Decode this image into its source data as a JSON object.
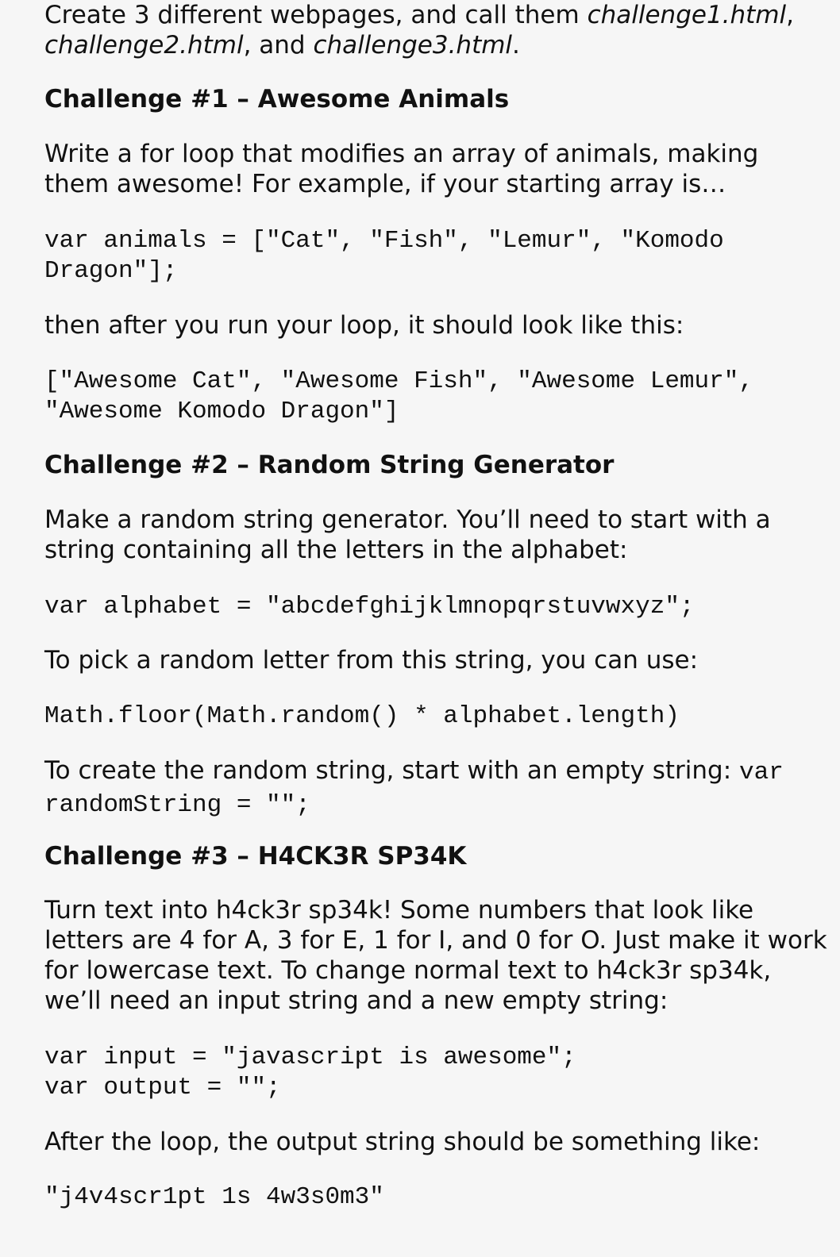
{
  "intro": {
    "text1": "Create 3 different webpages, and call them ",
    "file1": "challenge1.html",
    "text2": ", ",
    "file2": "challenge2.html",
    "text3": ", and ",
    "file3": "challenge3.html",
    "text4": "."
  },
  "challenge1": {
    "heading": "Challenge #1 – Awesome Animals",
    "para1": "Write a for loop that modifies an array of animals, making them awesome! For example, if your starting array is…",
    "code1": "var animals = [\"Cat\", \"Fish\", \"Lemur\", \"Komodo Dragon\"];",
    "para2": "then after you run your loop, it should look like this:",
    "code2": "[\"Awesome Cat\", \"Awesome Fish\", \"Awesome Lemur\", \"Awesome Komodo Dragon\"]"
  },
  "challenge2": {
    "heading": "Challenge #2 – Random String Generator",
    "para1": "Make a random string generator. You’ll need to start with a string containing all the letters in the alphabet:",
    "code1": "var alphabet = \"abcdefghijklmnopqrstuvwxyz\";",
    "para2": "To pick a random letter from this string, you can use:",
    "code2": "Math.floor(Math.random() * alphabet.length)",
    "para3": "To create the random string, start with an empty string: ",
    "code3_a": "var",
    "code3_b": "randomString = \"\";"
  },
  "challenge3": {
    "heading": "Challenge #3 – H4CK3R SP34K",
    "para1": "Turn text into h4ck3r sp34k! Some numbers that look like letters are 4 for A, 3 for E, 1 for I, and 0 for O. Just make it work for lowercase text. To change normal text to h4ck3r sp34k, we’ll need an input string and a new empty string:",
    "code1": "var input = \"javascript is awesome\";\nvar output = \"\";",
    "para2": "After the loop, the output string should be something like:",
    "code2": "\"j4v4scr1pt 1s 4w3s0m3\""
  }
}
